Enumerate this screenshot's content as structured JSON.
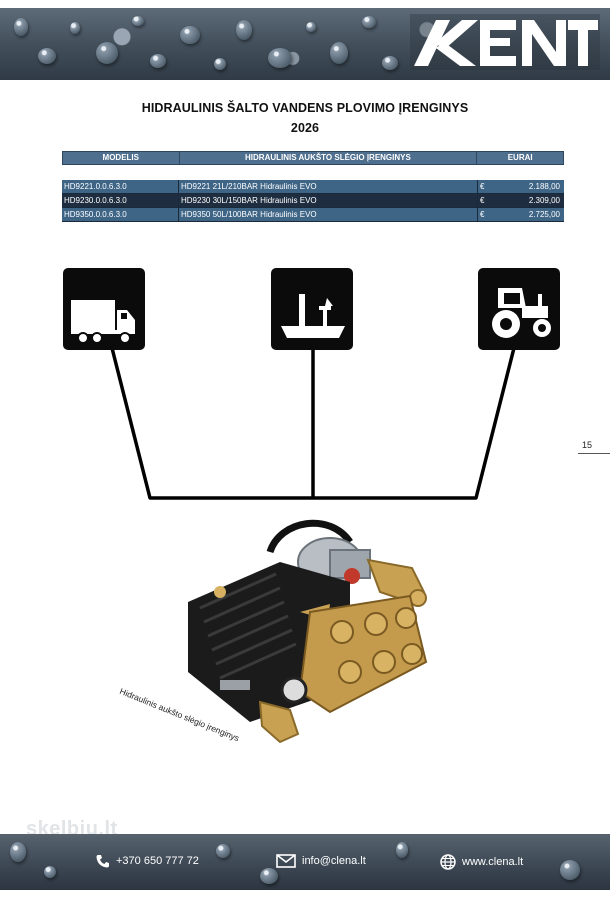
{
  "header": {
    "brand": "KENT"
  },
  "title": {
    "line1": "HIDRAULINIS ŠALTO VANDENS PLOVIMO ĮRENGINYS",
    "line2": "2026"
  },
  "table": {
    "columns": [
      "MODELIS",
      "HIDRAULINIS AUKŠTO SLĖGIO ĮRENGINYS",
      "EURAI"
    ],
    "currency": "€",
    "rows": [
      {
        "model": "HD9221.0.0.6.3.0",
        "description": "HD9221 21L/210BAR Hidraulinis EVO",
        "price": "2.188,00"
      },
      {
        "model": "HD9230.0.0.6.3.0",
        "description": "HD9230 30L/150BAR Hidraulinis EVO",
        "price": "2.309,00"
      },
      {
        "model": "HD9350.0.0.6.3.0",
        "description": "HD9350 50L/100BAR Hidraulinis EVO",
        "price": "2.725,00"
      }
    ]
  },
  "icons": [
    "truck-icon",
    "boat-icon",
    "tractor-icon"
  ],
  "page_number": "15",
  "product": {
    "caption": "Hidraulinis aukšto slėgio įrenginys"
  },
  "watermark": "skelbiu.lt",
  "footer": {
    "phone": "+370 650 777 72",
    "email": "info@clena.lt",
    "website": "www.clena.lt"
  },
  "colors": {
    "table_header": "#4e6f8e",
    "row_light": "#3e6486",
    "row_dark": "#1e2d40",
    "icon_bg": "#0b0b0b"
  }
}
